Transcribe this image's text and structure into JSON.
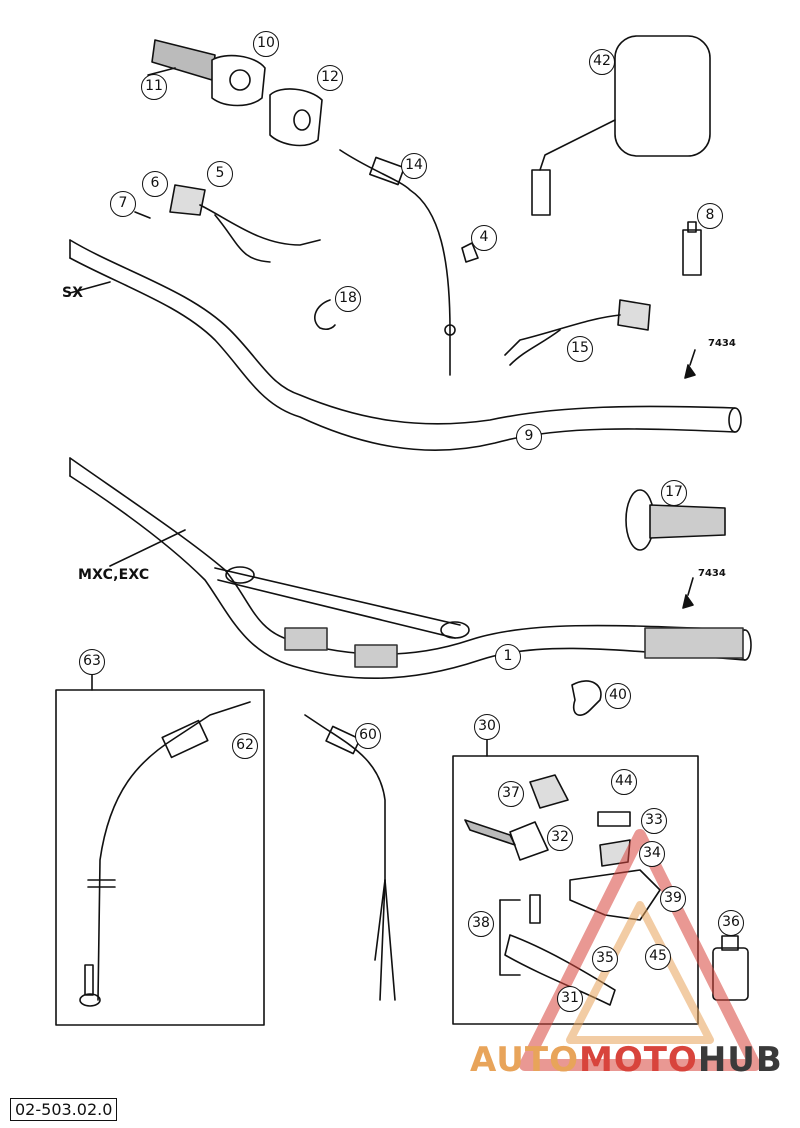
{
  "document_number": "02-503.02.0",
  "watermark": {
    "part1": "AUTO",
    "part2": "MOTO",
    "part3": "HUB"
  },
  "labels": {
    "sx": "SX",
    "mxc_exc": "MXC,EXC",
    "ref_top": "7434",
    "ref_bottom": "7434"
  },
  "callouts": {
    "c1": "1",
    "c4": "4",
    "c5": "5",
    "c6": "6",
    "c7": "7",
    "c8": "8",
    "c9": "9",
    "c10": "10",
    "c11": "11",
    "c12": "12",
    "c14": "14",
    "c15": "15",
    "c17": "17",
    "c18": "18",
    "c30": "30",
    "c31": "31",
    "c32": "32",
    "c33": "33",
    "c34": "34",
    "c35": "35",
    "c36": "36",
    "c37": "37",
    "c38": "38",
    "c39": "39",
    "c40": "40",
    "c42": "42",
    "c44": "44",
    "c45": "45",
    "c60": "60",
    "c62": "62",
    "c63": "63"
  },
  "colors": {
    "line": "#111111",
    "watermark_red": "#d8443c",
    "watermark_orange": "#e8a45a",
    "watermark_dark": "#3a3a3a"
  },
  "icons": [
    "throttle-grip",
    "mirror",
    "handlebar",
    "clutch-lever",
    "cable"
  ]
}
